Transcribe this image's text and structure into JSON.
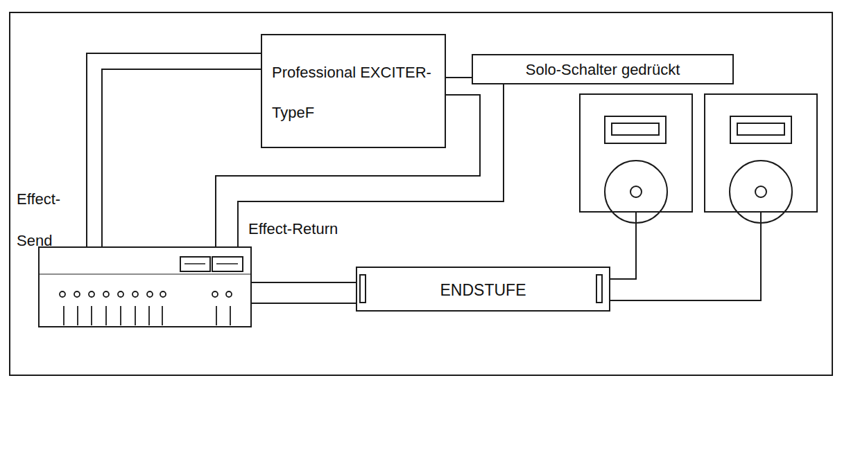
{
  "diagram": {
    "nodes": [
      {
        "text": [
          "Professional EXCITER-TypeF"
        ]
      },
      {
        "text": [
          "Solo-Schalter gedrückt"
        ]
      },
      {
        "text": [
          "ENDSTUFE"
        ]
      }
    ],
    "labels": [
      "Effect- Send",
      "Effect-Return"
    ]
  }
}
